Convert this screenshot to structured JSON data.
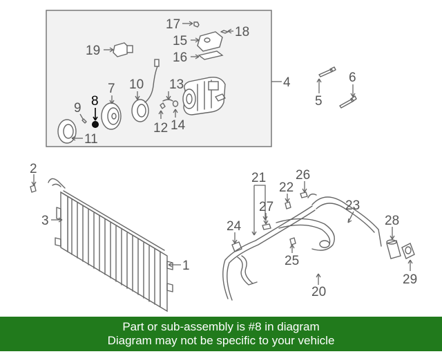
{
  "callouts": {
    "c1": "1",
    "c2": "2",
    "c3": "3",
    "c4": "4",
    "c5": "5",
    "c6": "6",
    "c7": "7",
    "c8": "8",
    "c9": "9",
    "c10": "10",
    "c11": "11",
    "c12": "12",
    "c13": "13",
    "c14": "14",
    "c15": "15",
    "c16": "16",
    "c17": "17",
    "c18": "18",
    "c19": "19",
    "c20": "20",
    "c21": "21",
    "c22": "22",
    "c23": "23",
    "c24": "24",
    "c25": "25",
    "c26": "26",
    "c27": "27",
    "c28": "28",
    "c29": "29"
  },
  "highlighted_part": "8",
  "colors": {
    "banner": "#217a1c",
    "box_fill": "#f2f2f2",
    "line": "#666666",
    "highlight": "#000000"
  },
  "banner": {
    "line1": "Part or sub-assembly is #8 in diagram",
    "line2": "Diagram may not be specific to your vehicle"
  }
}
